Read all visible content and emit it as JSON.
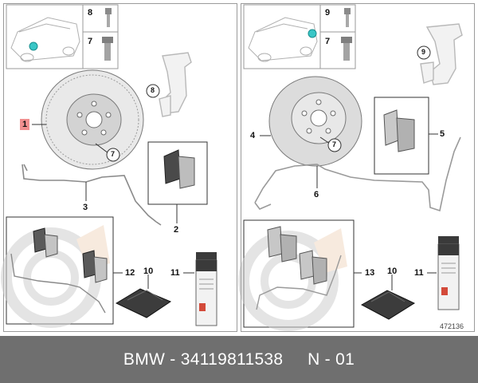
{
  "left_panel": {
    "labels": {
      "thumb_top": "8",
      "thumb_bottom": "7",
      "disc": "1",
      "bolt": "7",
      "carrier": "8",
      "pads": "2",
      "sensor": "3",
      "kit": "12",
      "paste": "10",
      "spray": "11"
    }
  },
  "right_panel": {
    "labels": {
      "thumb_top": "9",
      "thumb_bottom": "7",
      "carrier": "9",
      "disc": "4",
      "bolt": "7",
      "pads": "5",
      "sensor": "6",
      "kit": "13",
      "paste": "10",
      "spray": "11"
    },
    "ref_number": "472136"
  },
  "footer": {
    "brand": "BMW",
    "dash1": "-",
    "part_number": "34119811538",
    "note": "N - 01"
  }
}
